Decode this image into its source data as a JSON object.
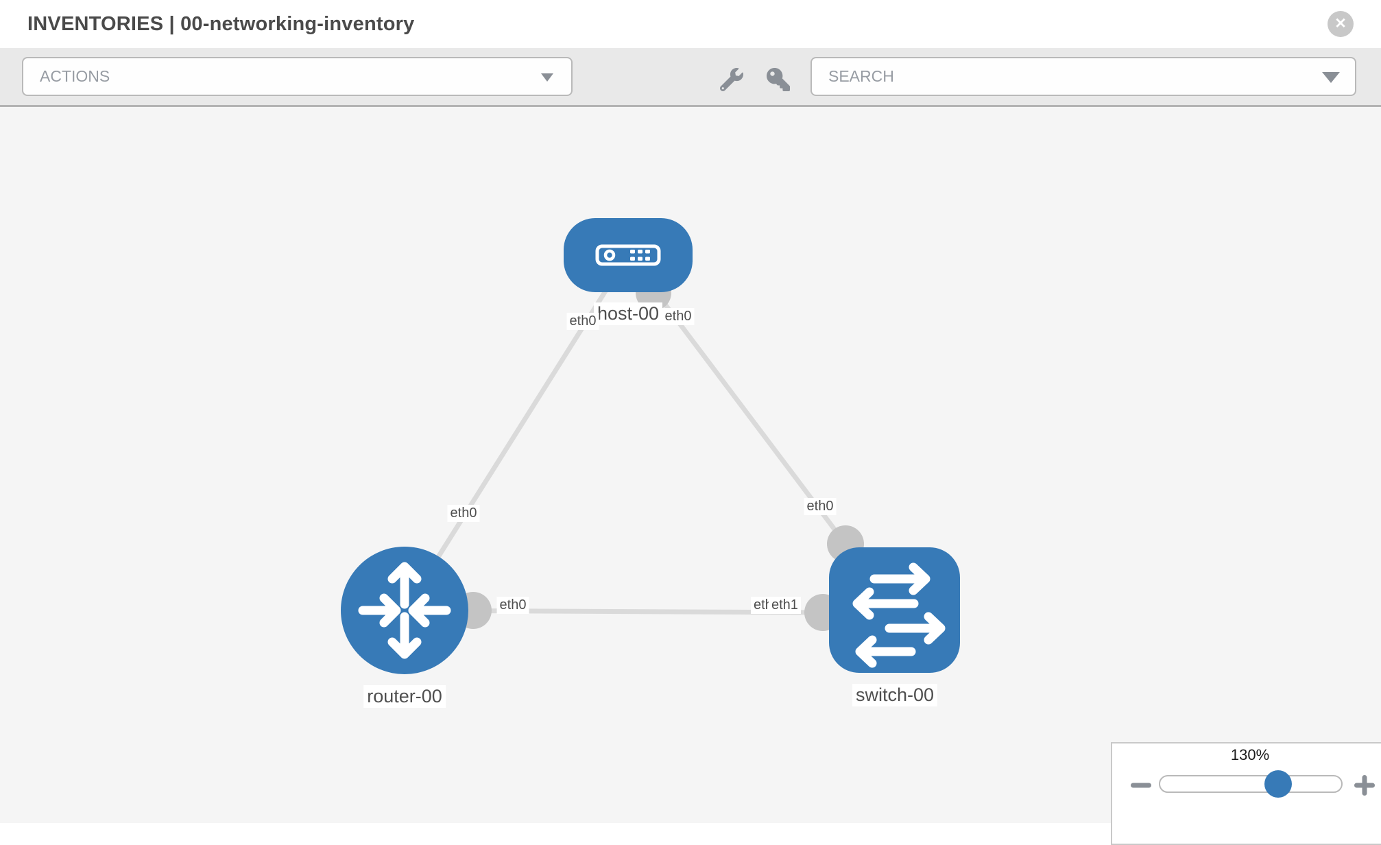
{
  "header": {
    "title": "INVENTORIES | 00-networking-inventory"
  },
  "toolbar": {
    "actions": {
      "label": "ACTIONS"
    },
    "search": {
      "label": "SEARCH"
    }
  },
  "glyphs": {
    "close": "✕"
  },
  "icons": {
    "close": "x-circle-icon",
    "wrench": "wrench-icon",
    "key": "key-icon",
    "actions_caret": "chevron-down-icon",
    "search_caret": "chevron-down-icon",
    "zoom_out": "minus-icon",
    "zoom_in": "plus-icon"
  },
  "topology": {
    "nodes": [
      {
        "id": "host-00",
        "type": "host",
        "label": "host-00"
      },
      {
        "id": "router-00",
        "type": "router",
        "label": "router-00"
      },
      {
        "id": "switch-00",
        "type": "switch",
        "label": "switch-00"
      }
    ],
    "links": [
      {
        "source": "host-00",
        "source_interface": "eth0",
        "target": "router-00",
        "target_interface": "eth0"
      },
      {
        "source": "host-00",
        "source_interface": "eth0",
        "target": "switch-00",
        "target_interface": "eth0"
      },
      {
        "source": "router-00",
        "source_interface": "eth0",
        "target": "switch-00",
        "target_interface": "eth1"
      }
    ],
    "interface_labels": {
      "host_to_router": "eth0",
      "host_to_switch": "eth0",
      "router_to_host": "eth0",
      "router_to_switch": "eth0",
      "switch_to_host": "eth0",
      "switch_to_router_back": "eth0",
      "switch_to_router_front": "eth1"
    }
  },
  "zoom_control": {
    "level": "130%"
  },
  "colors": {
    "node_blue": "#377ab7",
    "edge_gray": "#dadada",
    "connector_gray": "#c4c4c4",
    "canvas_bg": "#f5f5f5",
    "toolbar_bg": "#e9e9e9",
    "icon_gray": "#8a8f96"
  }
}
